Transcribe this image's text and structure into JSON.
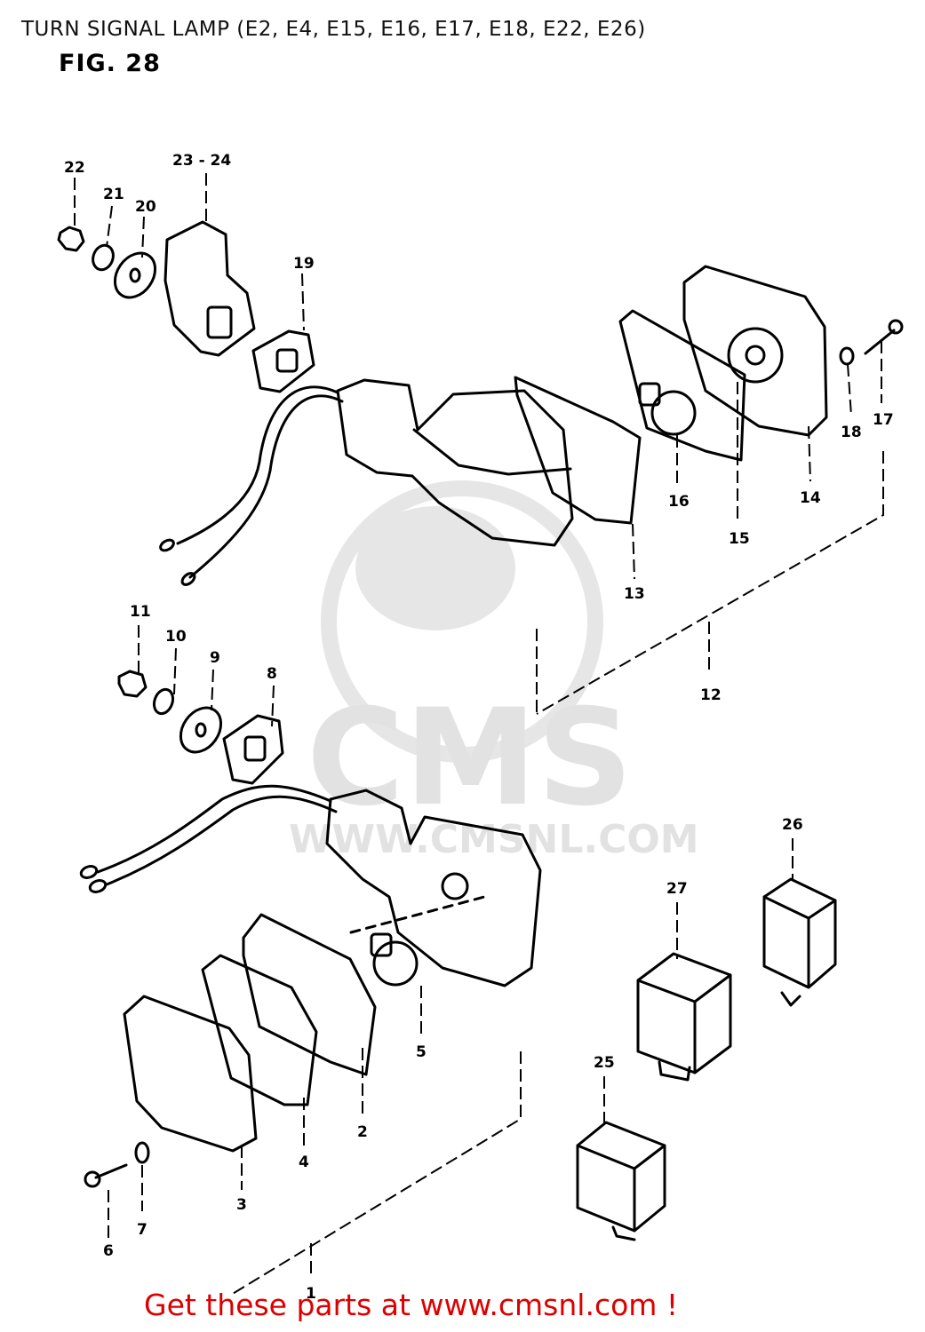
{
  "header": {
    "title": "TURN SIGNAL LAMP (E2, E4, E15, E16, E17, E18, E22, E26)",
    "fig_label": "FIG. 28"
  },
  "watermark": {
    "brand": "CMS",
    "url": "WWW.CMSNL.COM"
  },
  "parts": [
    {
      "id": "p22",
      "label": "22"
    },
    {
      "id": "p2324",
      "label": "23 - 24"
    },
    {
      "id": "p21",
      "label": "21"
    },
    {
      "id": "p20",
      "label": "20"
    },
    {
      "id": "p19",
      "label": "19"
    },
    {
      "id": "p17",
      "label": "17"
    },
    {
      "id": "p18",
      "label": "18"
    },
    {
      "id": "p14",
      "label": "14"
    },
    {
      "id": "p16",
      "label": "16"
    },
    {
      "id": "p15",
      "label": "15"
    },
    {
      "id": "p13",
      "label": "13"
    },
    {
      "id": "p12",
      "label": "12"
    },
    {
      "id": "p11",
      "label": "11"
    },
    {
      "id": "p10",
      "label": "10"
    },
    {
      "id": "p9",
      "label": "9"
    },
    {
      "id": "p8",
      "label": "8"
    },
    {
      "id": "p26",
      "label": "26"
    },
    {
      "id": "p27",
      "label": "27"
    },
    {
      "id": "p5",
      "label": "5"
    },
    {
      "id": "p2",
      "label": "2"
    },
    {
      "id": "p25",
      "label": "25"
    },
    {
      "id": "p4",
      "label": "4"
    },
    {
      "id": "p3",
      "label": "3"
    },
    {
      "id": "p7",
      "label": "7"
    },
    {
      "id": "p6",
      "label": "6"
    },
    {
      "id": "p1",
      "label": "1"
    }
  ],
  "footer": {
    "cta": "Get these parts at www.cmsnl.com !"
  },
  "colors": {
    "cta": "#dd0000",
    "line": "#000000",
    "watermark": "#e4e4e4"
  }
}
